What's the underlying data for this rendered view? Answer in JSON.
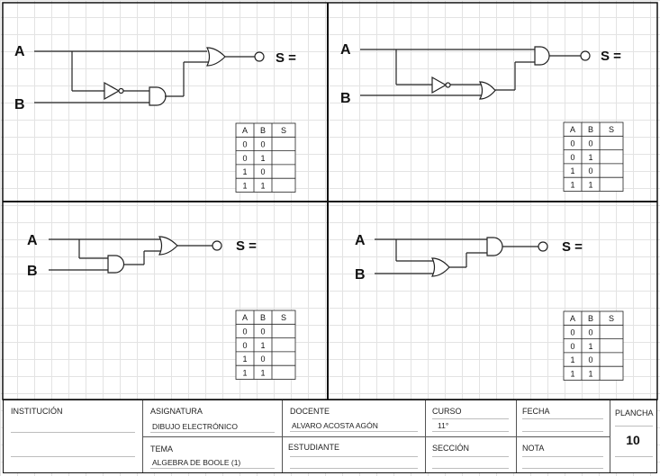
{
  "quadrants": [
    {
      "id": "q1",
      "input_a": "A",
      "input_b": "B",
      "output": "S =",
      "gate_sequence": [
        "NOT on B",
        "AND",
        "OR"
      ],
      "table": {
        "headers": [
          "A",
          "B",
          "S"
        ],
        "rows": [
          [
            "0",
            "0",
            ""
          ],
          [
            "0",
            "1",
            ""
          ],
          [
            "1",
            "0",
            ""
          ],
          [
            "1",
            "1",
            ""
          ]
        ]
      }
    },
    {
      "id": "q2",
      "input_a": "A",
      "input_b": "B",
      "output": "S =",
      "gate_sequence": [
        "NOT on B",
        "OR",
        "AND"
      ],
      "table": {
        "headers": [
          "A",
          "B",
          "S"
        ],
        "rows": [
          [
            "0",
            "0",
            ""
          ],
          [
            "0",
            "1",
            ""
          ],
          [
            "1",
            "0",
            ""
          ],
          [
            "1",
            "1",
            ""
          ]
        ]
      }
    },
    {
      "id": "q3",
      "input_a": "A",
      "input_b": "B",
      "output": "S =",
      "gate_sequence": [
        "AND",
        "OR"
      ],
      "table": {
        "headers": [
          "A",
          "B",
          "S"
        ],
        "rows": [
          [
            "0",
            "0",
            ""
          ],
          [
            "0",
            "1",
            ""
          ],
          [
            "1",
            "0",
            ""
          ],
          [
            "1",
            "1",
            ""
          ]
        ]
      }
    },
    {
      "id": "q4",
      "input_a": "A",
      "input_b": "B",
      "output": "S =",
      "gate_sequence": [
        "OR",
        "AND"
      ],
      "table": {
        "headers": [
          "A",
          "B",
          "S"
        ],
        "rows": [
          [
            "0",
            "0",
            ""
          ],
          [
            "0",
            "1",
            ""
          ],
          [
            "1",
            "0",
            ""
          ],
          [
            "1",
            "1",
            ""
          ]
        ]
      }
    }
  ],
  "title_block": {
    "institucion_label": "INSTITUCIÓN",
    "asignatura_label": "ASIGNATURA",
    "asignatura_value": "DIBUJO ELECTRÓNICO",
    "tema_label": "TEMA",
    "tema_value": "ALGEBRA DE BOOLE (1)",
    "docente_label": "DOCENTE",
    "docente_value": "ALVARO ACOSTA AGÓN",
    "estudiante_label": "ESTUDIANTE",
    "curso_label": "CURSO",
    "curso_value": "11°",
    "seccion_label": "SECCIÓN",
    "fecha_label": "FECHA",
    "nota_label": "NOTA",
    "plancha_label": "PLANCHA",
    "plancha_value": "10"
  }
}
